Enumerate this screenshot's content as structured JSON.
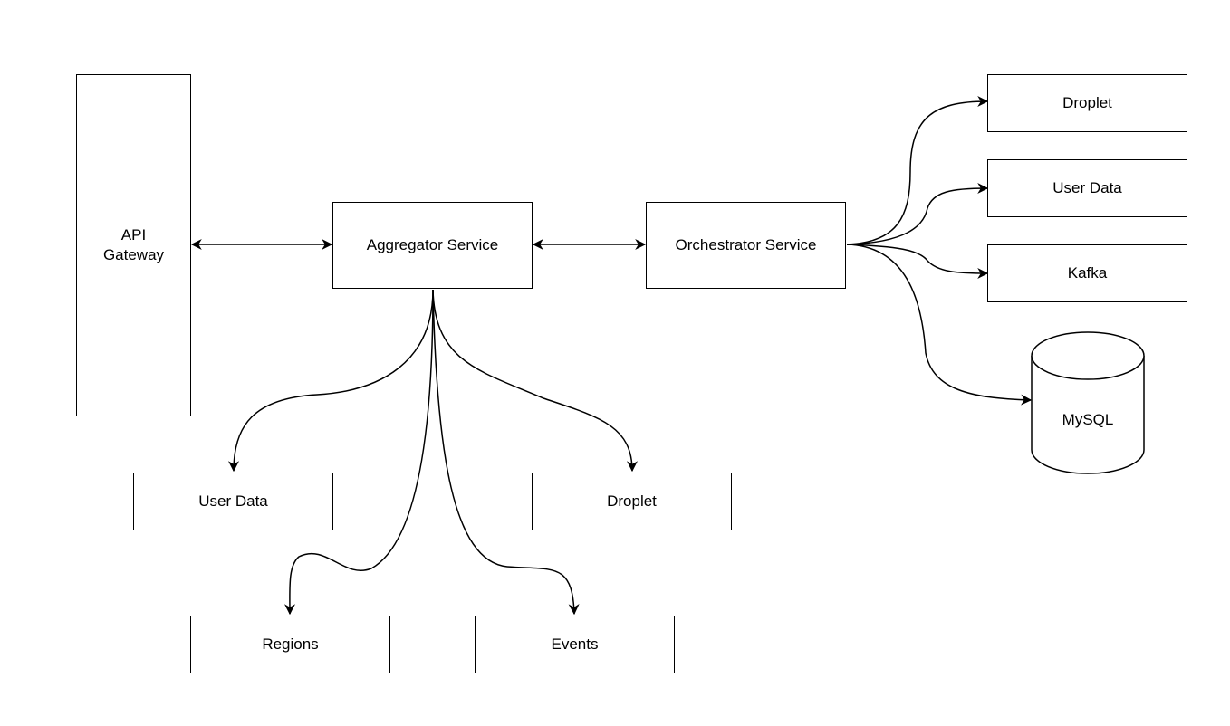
{
  "nodes": {
    "api_gateway": "API\nGateway",
    "aggregator": "Aggregator Service",
    "orchestrator": "Orchestrator Service",
    "agg_user_data": "User Data",
    "agg_droplet": "Droplet",
    "regions": "Regions",
    "events": "Events",
    "orch_droplet": "Droplet",
    "orch_user_data": "User Data",
    "kafka": "Kafka",
    "mysql": "MySQL"
  },
  "edges": [
    {
      "from": "api_gateway",
      "to": "aggregator",
      "bidirectional": true
    },
    {
      "from": "aggregator",
      "to": "orchestrator",
      "bidirectional": true
    },
    {
      "from": "aggregator",
      "to": "agg_user_data"
    },
    {
      "from": "aggregator",
      "to": "agg_droplet"
    },
    {
      "from": "aggregator",
      "to": "regions"
    },
    {
      "from": "aggregator",
      "to": "events"
    },
    {
      "from": "orchestrator",
      "to": "orch_droplet"
    },
    {
      "from": "orchestrator",
      "to": "orch_user_data"
    },
    {
      "from": "orchestrator",
      "to": "kafka"
    },
    {
      "from": "orchestrator",
      "to": "mysql"
    }
  ]
}
